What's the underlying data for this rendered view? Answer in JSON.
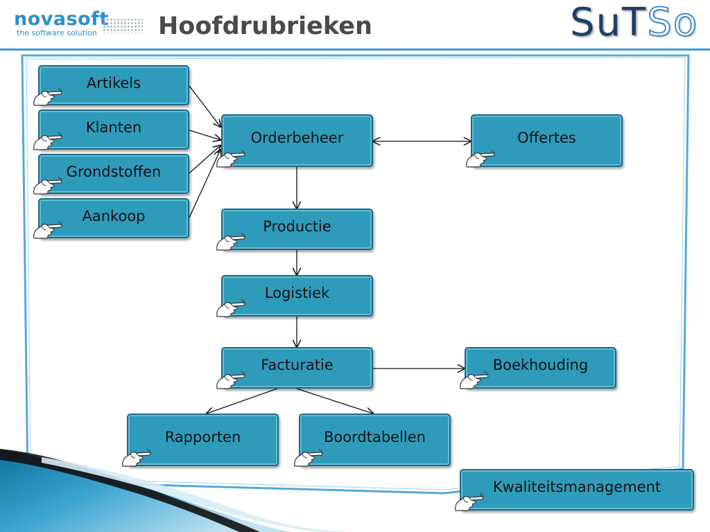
{
  "header": {
    "logo_word": "novasoft",
    "logo_tagline": "the software solution",
    "title": "Hoofdrubrieken",
    "brand": [
      "S",
      "u",
      "T",
      "S",
      "o"
    ]
  },
  "nodes": {
    "artikels": "Artikels",
    "klanten": "Klanten",
    "grondstoffen": "Grondstoffen",
    "aankoop": "Aankoop",
    "orderbeheer": "Orderbeheer",
    "offertes": "Offertes",
    "productie": "Productie",
    "logistiek": "Logistiek",
    "facturatie": "Facturatie",
    "boekhouding": "Boekhouding",
    "rapporten": "Rapporten",
    "boordtabellen": "Boordtabellen",
    "kwaliteitsmanagement": "Kwaliteitsmanagement"
  },
  "edges": [
    {
      "from": "artikels",
      "to": "orderbeheer"
    },
    {
      "from": "klanten",
      "to": "orderbeheer"
    },
    {
      "from": "grondstoffen",
      "to": "orderbeheer"
    },
    {
      "from": "aankoop",
      "to": "orderbeheer"
    },
    {
      "from": "orderbeheer",
      "to": "offertes",
      "bidirectional": true
    },
    {
      "from": "orderbeheer",
      "to": "productie"
    },
    {
      "from": "productie",
      "to": "logistiek"
    },
    {
      "from": "logistiek",
      "to": "facturatie"
    },
    {
      "from": "facturatie",
      "to": "boekhouding"
    },
    {
      "from": "facturatie",
      "to": "rapporten"
    },
    {
      "from": "facturatie",
      "to": "boordtabellen"
    }
  ],
  "colors": {
    "node_fill": "#2f9bbb",
    "node_border": "#1d6a85",
    "frame": "#55a9d6",
    "title_rule": "#3c9ad6",
    "swoosh_dark": "#111111",
    "swoosh_blue": "#1f86b4"
  },
  "icons": {
    "link_hand": "pointing-hand-icon"
  }
}
